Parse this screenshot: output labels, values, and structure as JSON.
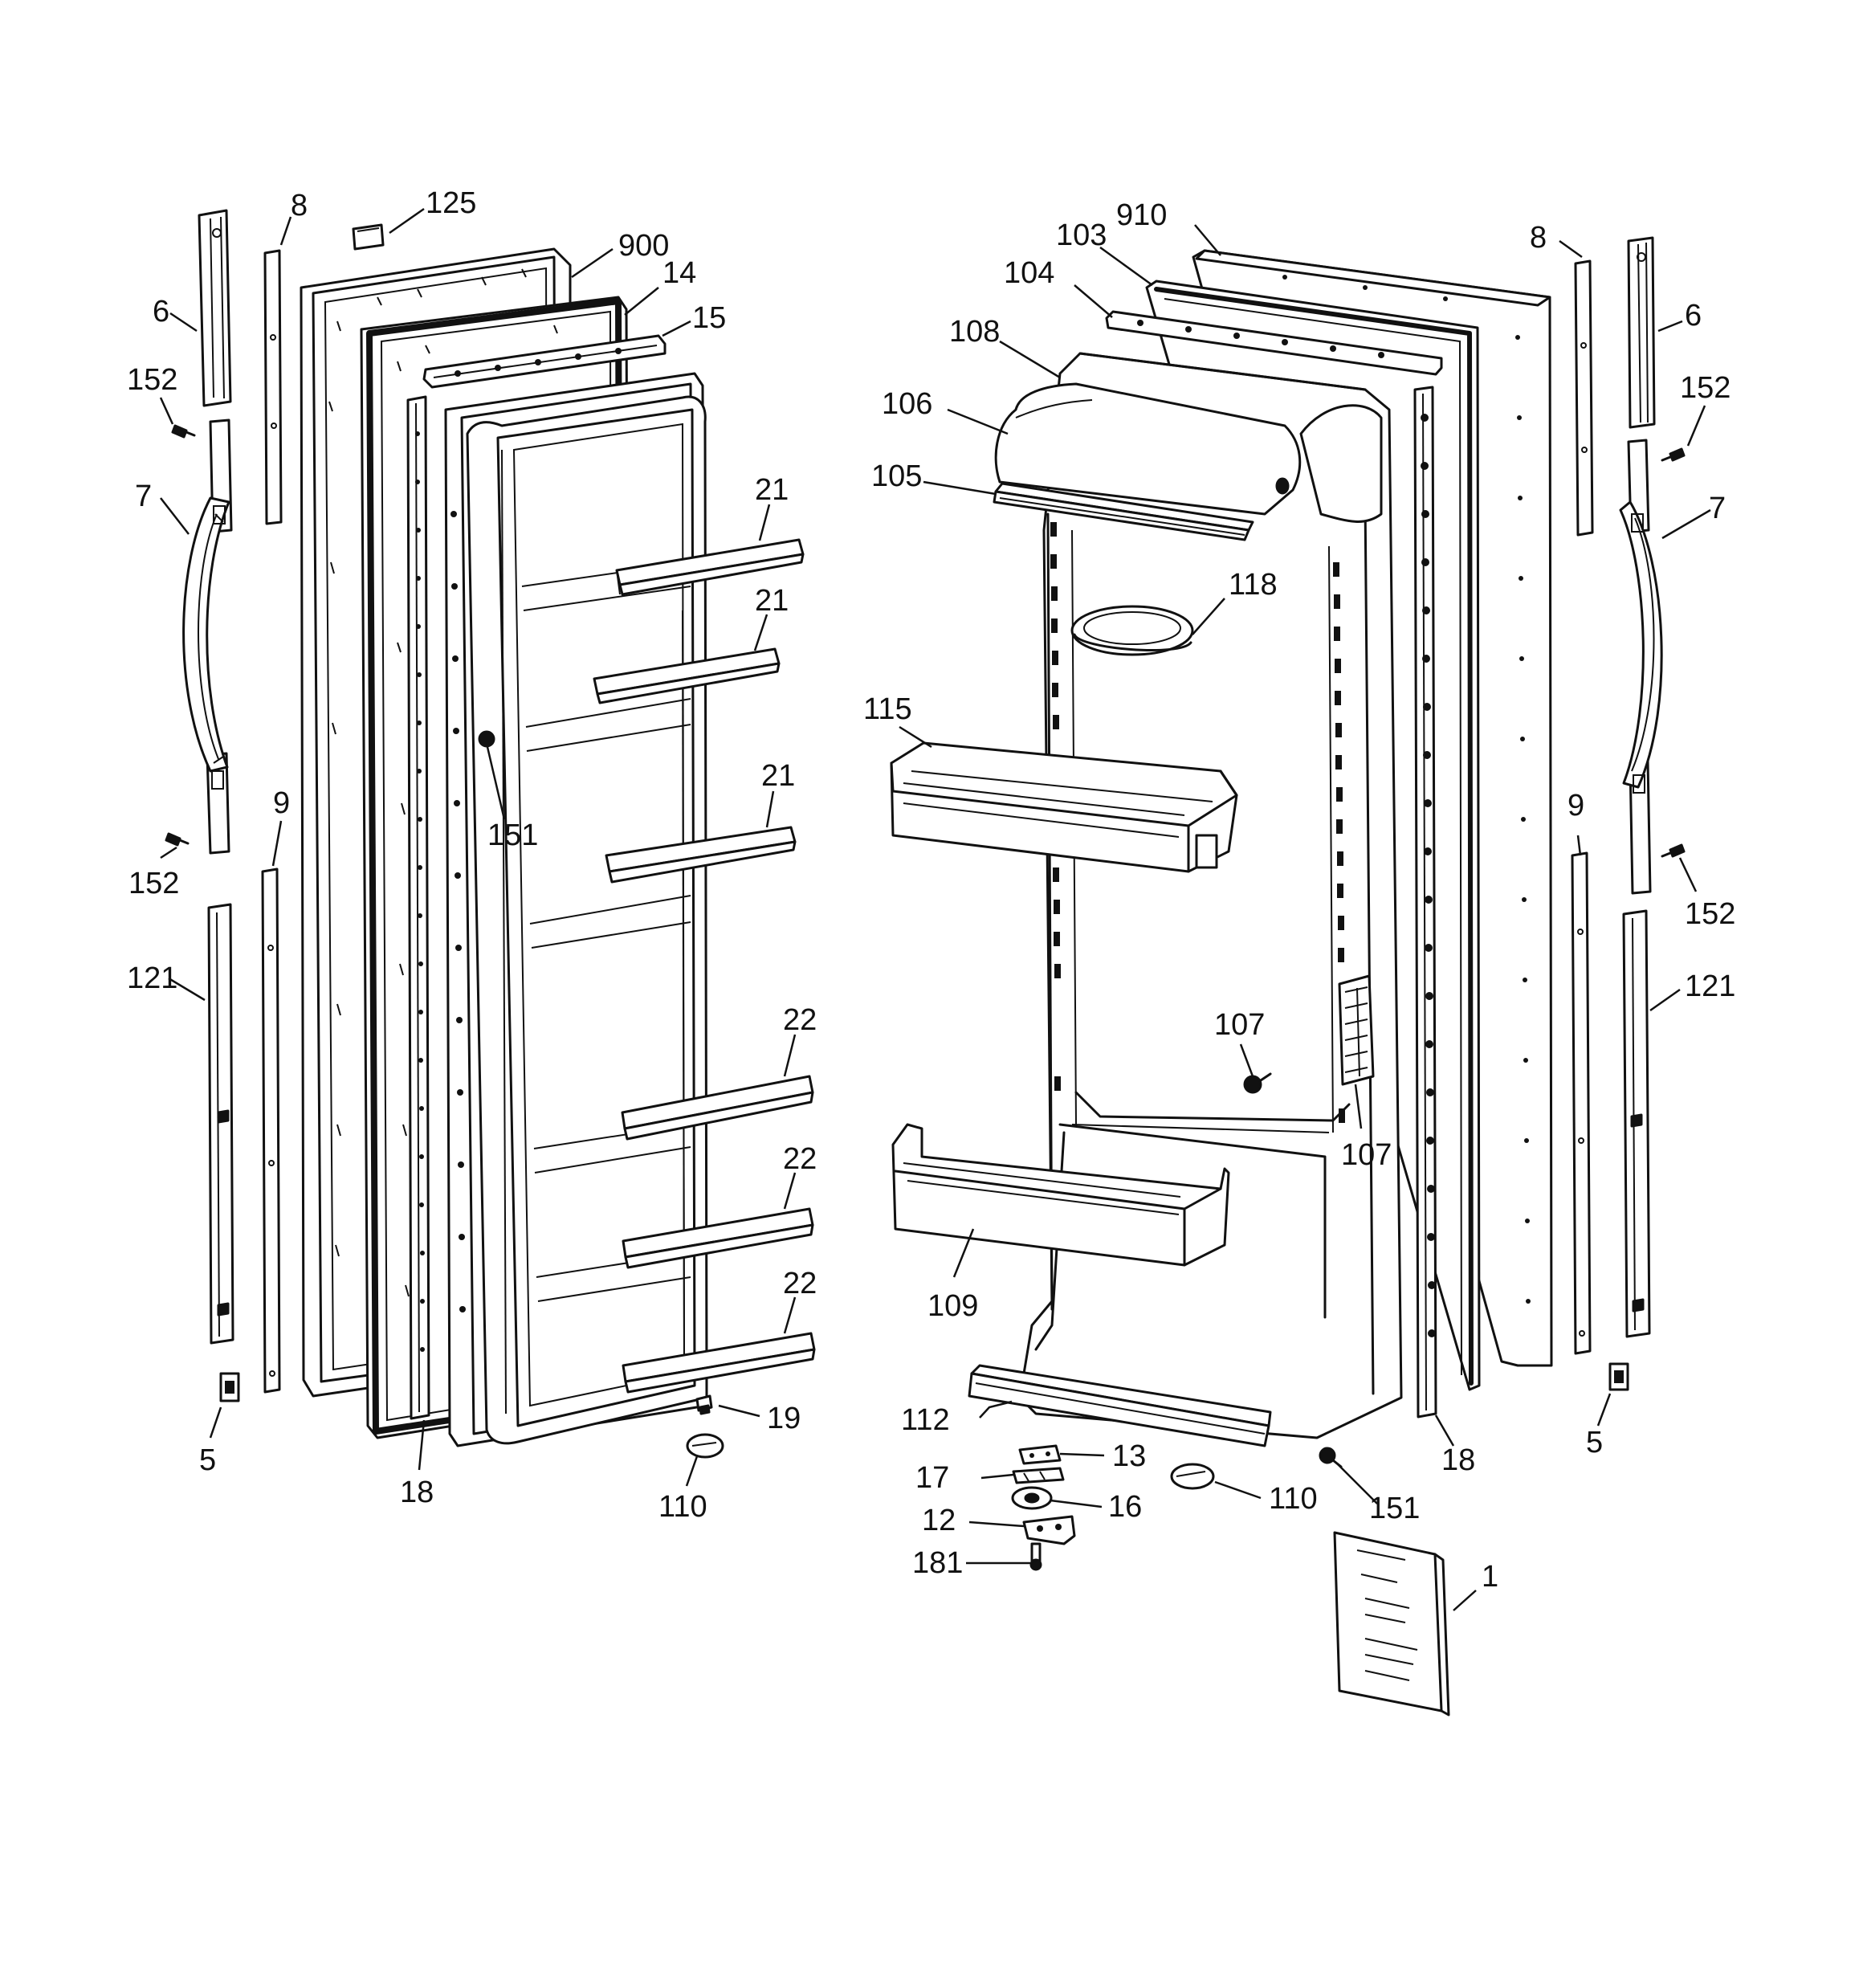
{
  "diagram": {
    "left_door_callouts": {
      "handle_cap_top": "6",
      "screw_top": "152",
      "handle": "7",
      "screw_bottom": "152",
      "trim_lower": "121",
      "hinge_cover": "5",
      "trim_strip_top": "8",
      "trim_strip_bottom": "9",
      "cap": "125",
      "door_outer": "900",
      "gasket": "14",
      "breaker_strip": "15",
      "shelf_upper_a": "21",
      "shelf_upper_b": "21",
      "shelf_upper_c": "21",
      "shelf_lower_a": "22",
      "shelf_lower_b": "22",
      "shelf_lower_c": "22",
      "plug_screw": "151",
      "side_seal": "18",
      "bottom_bushing": "19",
      "stop": "110"
    },
    "right_door_callouts": {
      "door_outer": "910",
      "dairy_door_frame": "103",
      "dairy_hinge": "104",
      "dairy_liner": "108",
      "dairy_door": "106",
      "dairy_rail": "105",
      "egg_tray": "118",
      "bin_upper": "115",
      "screw_inner": "107",
      "bracket_side": "107",
      "bin_lower": "109",
      "bottom_rail": "112",
      "hinge_plate": "13",
      "clip": "17",
      "cam": "16",
      "hinge_lower": "12",
      "hinge_screw": "181",
      "stop": "110",
      "screw_bottom": "151",
      "side_seal": "18",
      "manual": "1",
      "trim_strip_top": "8",
      "handle_cap_top": "6",
      "screw_top": "152",
      "handle": "7",
      "trim_strip_bottom": "9",
      "screw_lower": "152",
      "trim_lower": "121",
      "hinge_cover": "5"
    }
  }
}
